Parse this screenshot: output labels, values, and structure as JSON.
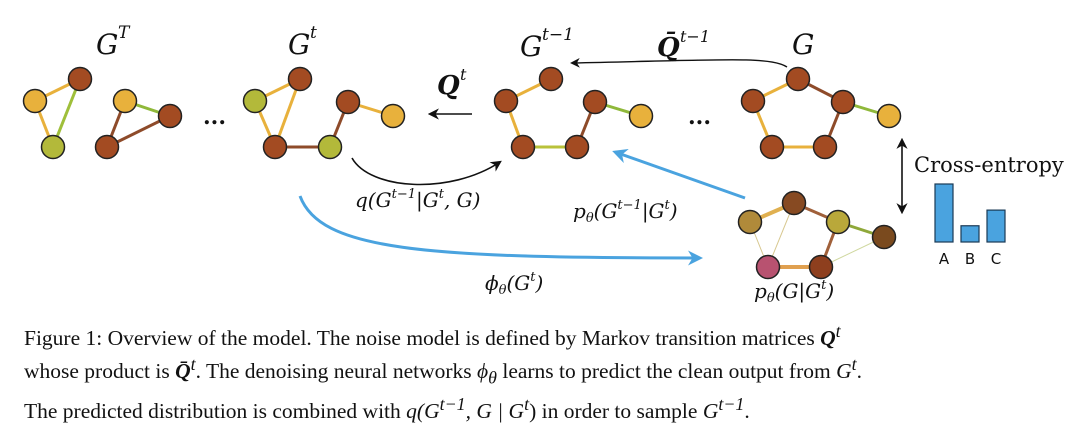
{
  "colors": {
    "brown": "#a34b22",
    "orange": "#e8b13c",
    "green": "#b3b93a",
    "blue_arrow": "#4aa3df",
    "bar_fill": "#4aa3df",
    "pink": "#b85270",
    "olive": "#b08a3a",
    "dark_brown": "#7a4a1e"
  },
  "labels": {
    "gT": "G",
    "gT_sup": "T",
    "gt": "G",
    "gt_sup": "t",
    "gtm1": "G",
    "gtm1_sup": "t−1",
    "g": "G",
    "Qt": "Q",
    "Qt_sup": "t",
    "Qbar": "Q̄",
    "Qbar_sup": "t−1",
    "ellipsis": "...",
    "q_post": "q(G",
    "q_post_sup": "t−1",
    "q_post_rest": "|G",
    "q_post_sup2": "t",
    "q_post_end": ", G)",
    "p_theta": "p",
    "p_theta_sub": "θ",
    "p_theta_arg": "(G",
    "p_theta_sup": "t−1",
    "p_theta_rest": "|G",
    "p_theta_sup2": "t",
    "p_theta_end": ")",
    "phi": "ϕ",
    "phi_sub": "θ",
    "phi_arg": "(G",
    "phi_sup": "t",
    "phi_end": ")",
    "pg": "p",
    "pg_sub": "θ",
    "pg_arg": "(G|G",
    "pg_sup": "t",
    "pg_end": ")",
    "cross_entropy": "Cross-entropy"
  },
  "bars": {
    "categories": [
      "A",
      "B",
      "C"
    ],
    "values": [
      1.0,
      0.28,
      0.55
    ]
  },
  "caption": {
    "p1": "Figure 1: Overview of the model. The noise model is defined by Markov transition matrices ",
    "Q": "Q",
    "t": "t",
    "p2": "whose product is ",
    "Qbar": "Q̄",
    "p3": ". The denoising neural networks ",
    "phi": "ϕ",
    "theta": "θ",
    "p4": " learns to predict the clean output from ",
    "G": "G",
    "p5": ".",
    "p6": "The predicted distribution is combined with ",
    "q": "q(G",
    "tm1": "t−1",
    "p7": ", G | G",
    "p8": ") in order to sample ",
    "p9": "."
  }
}
